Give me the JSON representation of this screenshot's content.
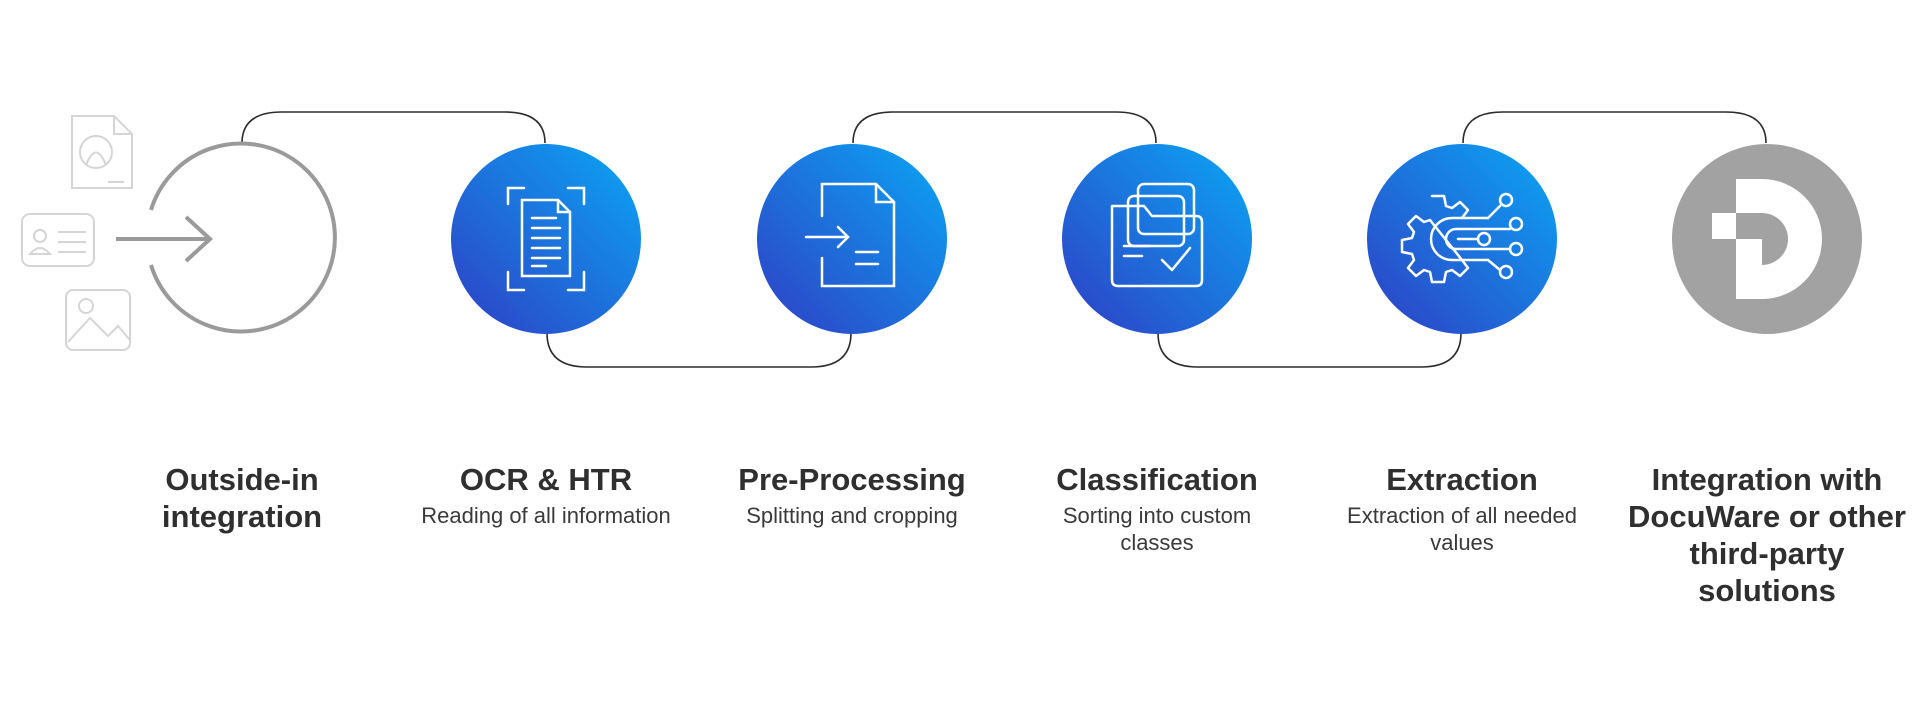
{
  "colors": {
    "gradient_start": "#0aa7f5",
    "gradient_end": "#2f3ec4",
    "connector": "#2b2b2b",
    "gray_ring": "#9a9a9a",
    "faded_icon": "#d5d5d5",
    "text": "#2f2f2f"
  },
  "steps": [
    {
      "icon": "entry-arrow-ring-icon",
      "title": "Outside-in integration",
      "subtitle": ""
    },
    {
      "icon": "document-scan-icon",
      "title": "OCR & HTR",
      "subtitle": "Reading of all information"
    },
    {
      "icon": "document-arrow-icon",
      "title": "Pre-Processing",
      "subtitle": "Splitting and cropping"
    },
    {
      "icon": "folder-check-icon",
      "title": "Classification",
      "subtitle": "Sorting into custom classes"
    },
    {
      "icon": "gear-circuit-icon",
      "title": "Extraction",
      "subtitle": "Extraction of all needed values"
    },
    {
      "icon": "docuware-logo-icon",
      "title": "Integration with DocuWare or other third-party solutions",
      "subtitle": ""
    }
  ],
  "input_icons": [
    "pdf-document-icon",
    "id-card-icon",
    "image-icon"
  ]
}
